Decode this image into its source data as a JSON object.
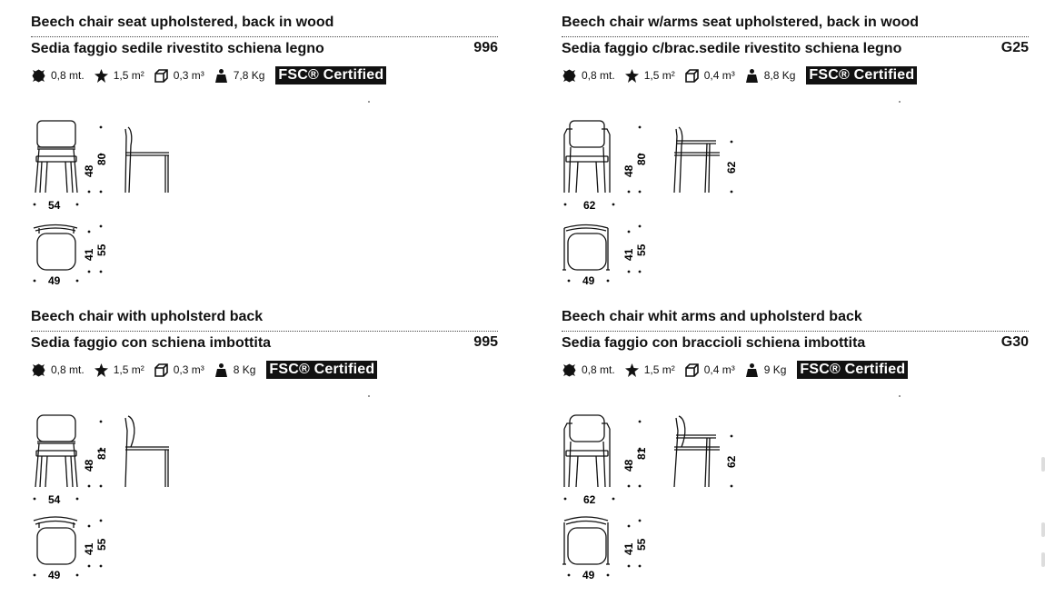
{
  "products": [
    {
      "title_en": "Beech chair seat upholstered, back in wood",
      "title_it": "Sedia faggio sedile rivestito schiena legno",
      "code": "996",
      "specs": {
        "fabric": "0,8 mt.",
        "leather": "1,5 m²",
        "volume": "0,3 m³",
        "weight": "7,8 Kg",
        "fsc": "FSC® Certified"
      },
      "dims": {
        "front_width": "54",
        "seat_height": "48",
        "total_height": "80",
        "top_width": "49",
        "seat_depth": "41",
        "total_depth": "55"
      }
    },
    {
      "title_en": "Beech chair w/arms seat upholstered, back in wood",
      "title_it": "Sedia faggio c/brac.sedile rivestito schiena legno",
      "code": "G25",
      "specs": {
        "fabric": "0,8 mt.",
        "leather": "1,5 m²",
        "volume": "0,4 m³",
        "weight": "8,8 Kg",
        "fsc": "FSC® Certified"
      },
      "dims": {
        "front_width": "62",
        "seat_height": "48",
        "total_height": "80",
        "arm_height": "62",
        "top_width": "49",
        "seat_depth": "41",
        "total_depth": "55"
      }
    },
    {
      "title_en": "Beech chair with upholsterd back",
      "title_it": "Sedia faggio con schiena imbottita",
      "code": "995",
      "specs": {
        "fabric": "0,8 mt.",
        "leather": "1,5 m²",
        "volume": "0,3 m³",
        "weight": "8 Kg",
        "fsc": "FSC® Certified"
      },
      "dims": {
        "front_width": "54",
        "seat_height": "48",
        "total_height": "81",
        "top_width": "49",
        "seat_depth": "41",
        "total_depth": "55"
      }
    },
    {
      "title_en": "Beech chair whit arms and upholsterd back",
      "title_it": "Sedia faggio con braccioli schiena imbottita",
      "code": "G30",
      "specs": {
        "fabric": "0,8 mt.",
        "leather": "1,5 m²",
        "volume": "0,4 m³",
        "weight": "9 Kg",
        "fsc": "FSC® Certified"
      },
      "dims": {
        "front_width": "62",
        "seat_height": "48",
        "total_height": "81",
        "arm_height": "62",
        "top_width": "49",
        "seat_depth": "41",
        "total_depth": "55"
      }
    }
  ],
  "icons": {
    "fabric": "fabric-icon",
    "leather": "leather-icon",
    "volume": "volume-box-icon",
    "weight": "weight-icon"
  }
}
